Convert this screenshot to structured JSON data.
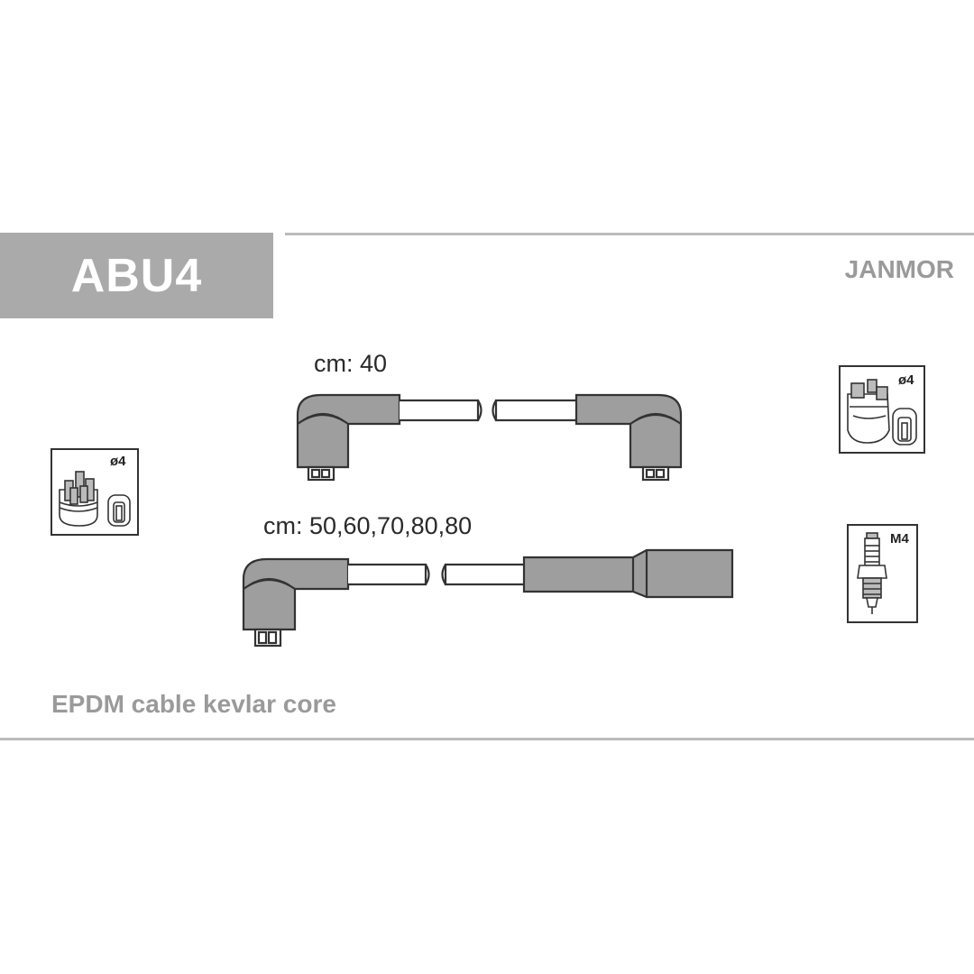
{
  "header": {
    "part_code": "ABU4",
    "brand": "JANMOR"
  },
  "cables": [
    {
      "length_label": "cm: 40"
    },
    {
      "length_label": "cm: 50,60,70,80,80"
    }
  ],
  "icons": {
    "distributor_left": {
      "tag": "ø4"
    },
    "coil_right": {
      "tag": "ø4"
    },
    "spark_plug": {
      "tag": "M4"
    }
  },
  "footer": {
    "description": "EPDM cable kevlar core"
  },
  "colors": {
    "code_box": "#aaaaaa",
    "cable_fill": "#9e9e9e",
    "outline": "#333333",
    "muted_text": "#9a9a9a"
  }
}
